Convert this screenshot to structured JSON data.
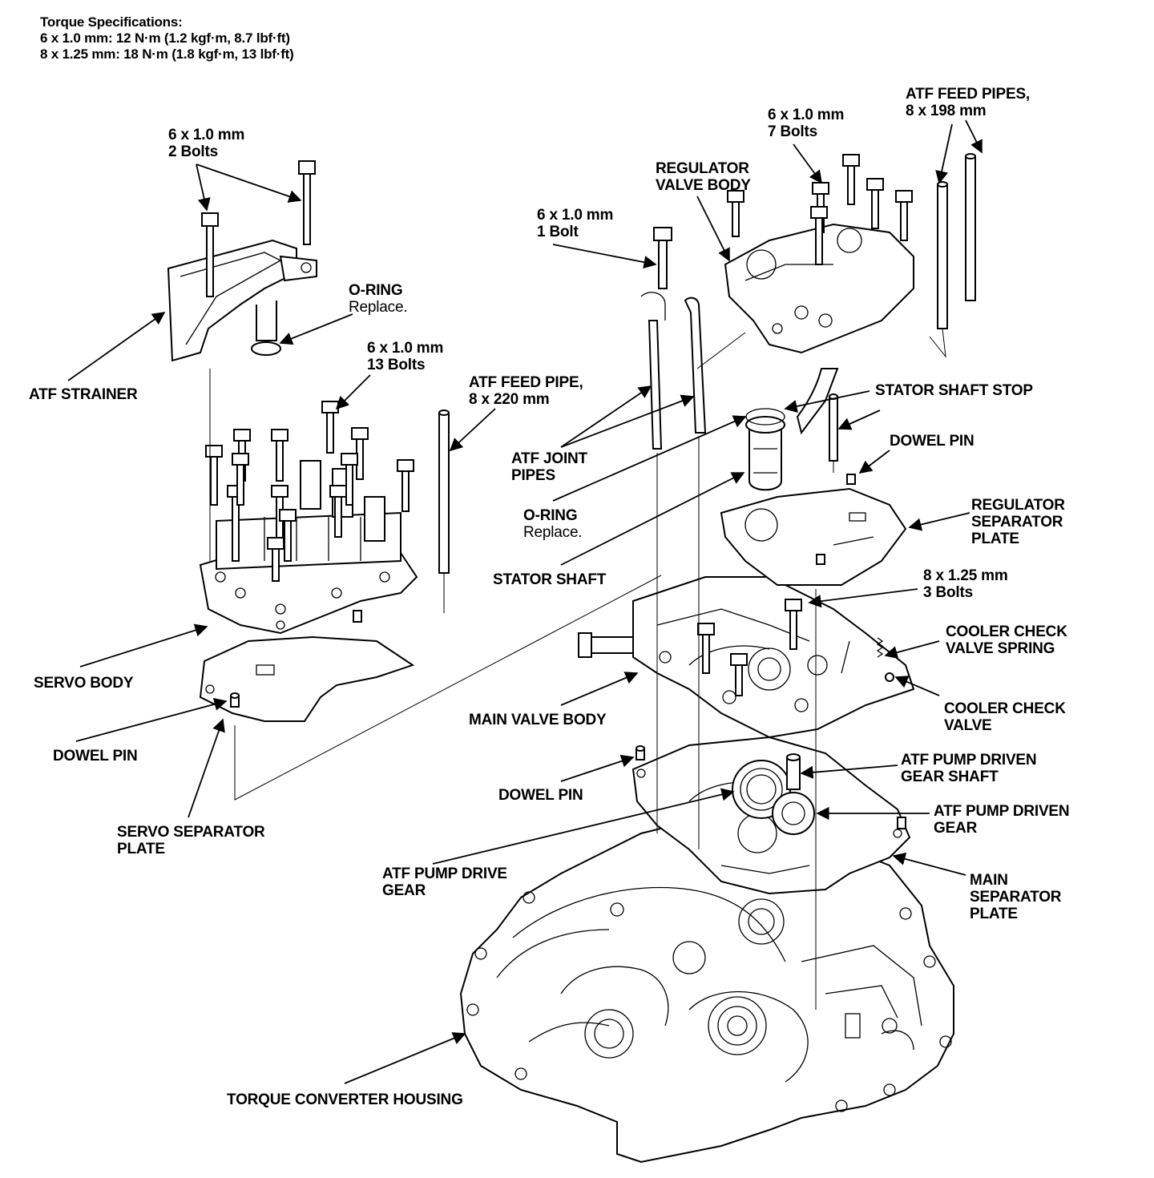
{
  "torque_specs": {
    "title": "Torque Specifications:",
    "lines": [
      "6 x 1.0 mm: 12 N·m (1.2 kgf·m, 8.7 lbf·ft)",
      "8 x 1.25 mm: 18 N·m (1.8 kgf·m, 13 lbf·ft)"
    ]
  },
  "labels": {
    "bolts_2": [
      "6 x 1.0 mm",
      "2 Bolts"
    ],
    "oring_top": [
      "O-RING",
      "Replace."
    ],
    "atf_strainer": [
      "ATF STRAINER"
    ],
    "bolts_13": [
      "6 x 1.0 mm",
      "13 Bolts"
    ],
    "feed_pipe_220": [
      "ATF FEED PIPE,",
      "8 x 220 mm"
    ],
    "bolt_1": [
      "6 x 1.0 mm",
      "1 Bolt"
    ],
    "regulator_valve_body": [
      "REGULATOR",
      "VALVE BODY"
    ],
    "bolts_7": [
      "6 x 1.0 mm",
      "7 Bolts"
    ],
    "feed_pipes_198": [
      "ATF FEED PIPES,",
      "8 x 198 mm"
    ],
    "stator_shaft_stop": [
      "STATOR SHAFT STOP"
    ],
    "dowel_pin_right": [
      "DOWEL PIN"
    ],
    "atf_joint_pipes": [
      "ATF JOINT",
      "PIPES"
    ],
    "oring_mid": [
      "O-RING",
      "Replace."
    ],
    "regulator_separator_plate": [
      "REGULATOR",
      "SEPARATOR",
      "PLATE"
    ],
    "stator_shaft": [
      "STATOR SHAFT"
    ],
    "bolts_3": [
      "8 x 1.25 mm",
      "3 Bolts"
    ],
    "cooler_check_valve_spring": [
      "COOLER CHECK",
      "VALVE SPRING"
    ],
    "servo_body": [
      "SERVO BODY"
    ],
    "main_valve_body": [
      "MAIN VALVE BODY"
    ],
    "cooler_check_valve": [
      "COOLER CHECK",
      "VALVE"
    ],
    "dowel_pin_left": [
      "DOWEL PIN"
    ],
    "dowel_pin_center": [
      "DOWEL PIN"
    ],
    "atf_pump_driven_gear_shaft": [
      "ATF PUMP DRIVEN",
      "GEAR SHAFT"
    ],
    "atf_pump_driven_gear": [
      "ATF PUMP DRIVEN",
      "GEAR"
    ],
    "servo_separator_plate": [
      "SERVO SEPARATOR",
      "PLATE"
    ],
    "atf_pump_drive_gear": [
      "ATF PUMP DRIVE",
      "GEAR"
    ],
    "main_separator_plate": [
      "MAIN",
      "SEPARATOR",
      "PLATE"
    ],
    "torque_converter_housing": [
      "TORQUE CONVERTER HOUSING"
    ]
  }
}
